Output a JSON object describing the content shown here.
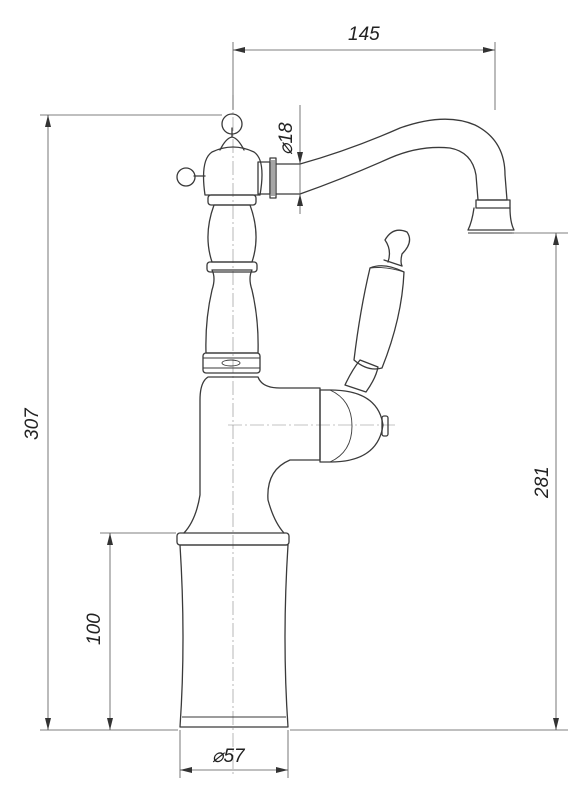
{
  "dimensions": {
    "spout_reach": "145",
    "total_height": "307",
    "outlet_height": "281",
    "base_height": "100",
    "base_diameter": "57",
    "connection_diameter": "18",
    "diameter_symbol": "⌀"
  }
}
